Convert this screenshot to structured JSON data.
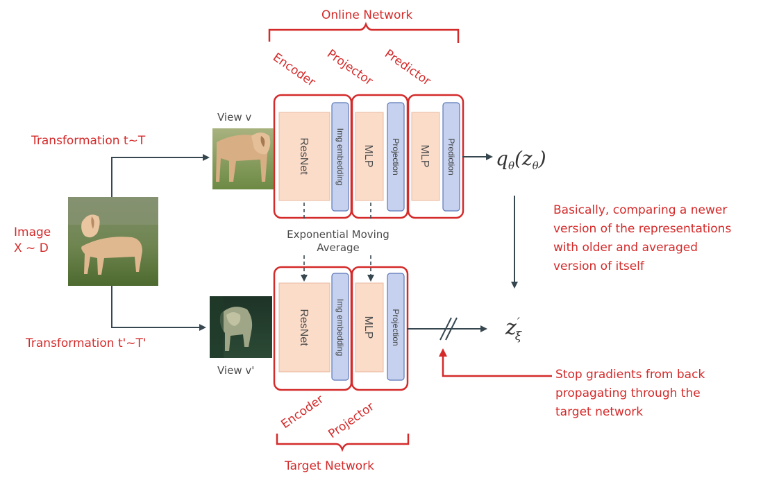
{
  "online_network_label": "Online Network",
  "target_network_label": "Target Network",
  "online": {
    "encoder_label": "Encoder",
    "projector_label": "Projector",
    "predictor_label": "Predictor",
    "resnet_label": "ResNet",
    "img_embedding_label": "Img embedding",
    "proj_mlp_label": "MLP",
    "projection_label": "Projection",
    "pred_mlp_label": "MLP",
    "prediction_label": "Prediction",
    "output": "qθ(zθ)"
  },
  "target": {
    "encoder_label": "Encoder",
    "projector_label": "Projector",
    "resnet_label": "ResNet",
    "img_embedding_label": "Img embedding",
    "proj_mlp_label": "MLP",
    "projection_label": "Projection",
    "output": "z′ξ"
  },
  "ema_line1": "Exponential Moving",
  "ema_line2": "Average",
  "view_v": "View v",
  "view_v_prime": "View v'",
  "transformation_top": "Transformation t~T",
  "transformation_bottom": "Transformation t'~T'",
  "image_line1": "Image",
  "image_line2": "X ~ D",
  "note_compare": [
    "Basically, comparing a newer",
    "version of the representations",
    "with older and averaged",
    "version of itself"
  ],
  "note_stopgrad": [
    "Stop gradients from back",
    "propagating through the",
    "target network"
  ],
  "colors": {
    "annotation_red": "#d42a2a",
    "block_peach": "#fbdcc9",
    "block_blue": "#c5d1ee",
    "arrow": "#37474f"
  }
}
